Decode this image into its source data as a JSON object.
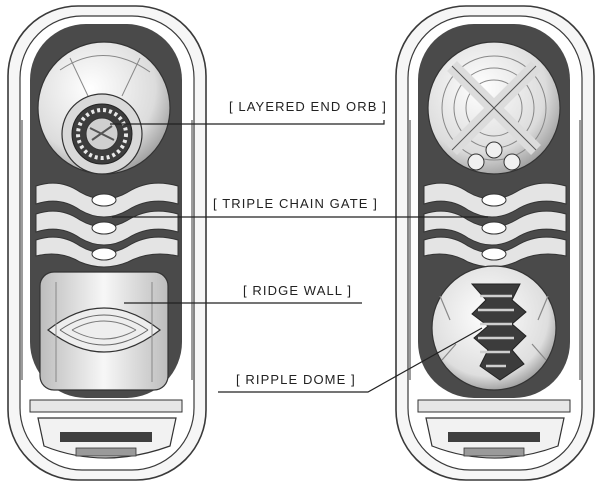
{
  "labels": {
    "layered_end_orb": "[ LAYERED END ORB ]",
    "triple_chain_gate": "[ TRIPLE CHAIN GATE ]",
    "ridge_wall": "[ RIDGE WALL ]",
    "ripple_dome": "[ RIPPLE DOME ]"
  },
  "colors": {
    "outline": "#3a3a3a",
    "shell_fill": "#f6f6f6",
    "interior_dark": "#4a4a4a",
    "ridge_light": "#e4e4e4",
    "leader_line": "#222222"
  }
}
